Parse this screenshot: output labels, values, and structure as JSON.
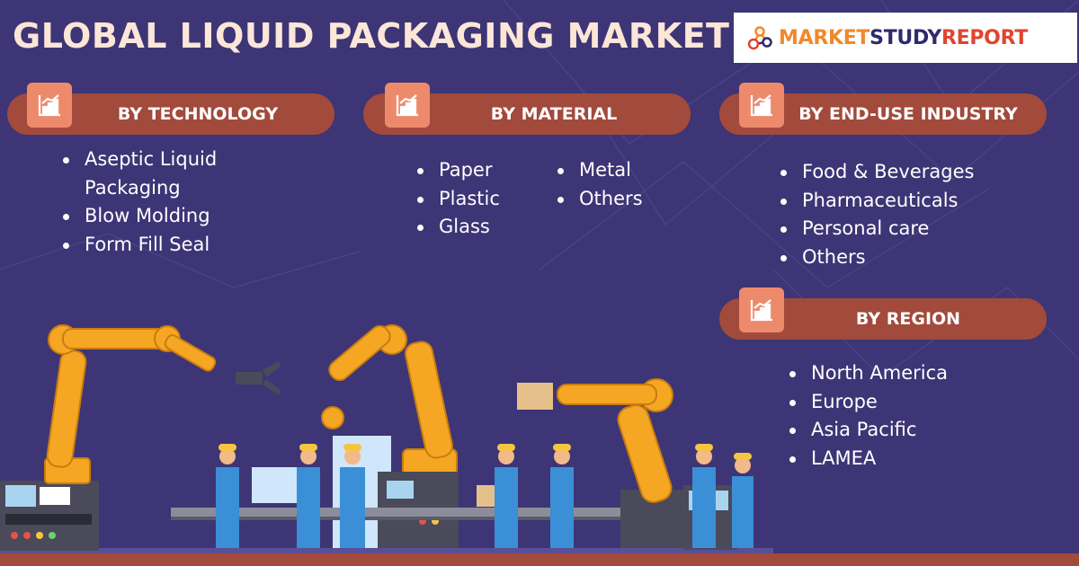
{
  "title": "GLOBAL LIQUID PACKAGING MARKET",
  "logo": {
    "part_a": "MARKET",
    "part_b": "STUDY",
    "part_c": "REPORT"
  },
  "colors": {
    "background": "#3d3575",
    "pill": "#a24a3c",
    "icon_box": "#ee8a6c",
    "title": "#fbe6d8",
    "robot_orange": "#f5a623",
    "worker_blue": "#3b8fd6"
  },
  "sections": {
    "technology": {
      "heading": "BY TECHNOLOGY",
      "icon": "bar-chart-icon",
      "items": [
        "Aseptic Liquid",
        "Packaging",
        "Blow Molding",
        "Form Fill Seal"
      ]
    },
    "material": {
      "heading": "BY MATERIAL",
      "icon": "bar-chart-icon",
      "col1": [
        "Paper",
        "Plastic",
        "Glass"
      ],
      "col2": [
        "Metal",
        "Others"
      ]
    },
    "end_use": {
      "heading": "BY END-USE INDUSTRY",
      "icon": "bar-chart-icon",
      "items": [
        "Food & Beverages",
        "Pharmaceuticals",
        "Personal care",
        "Others"
      ]
    },
    "region": {
      "heading": "BY REGION",
      "icon": "bar-chart-icon",
      "items": [
        "North America",
        "Europe",
        "Asia Pacific",
        "LAMEA"
      ]
    }
  },
  "illustration": {
    "icon": "factory-robot-arms-illustration"
  }
}
